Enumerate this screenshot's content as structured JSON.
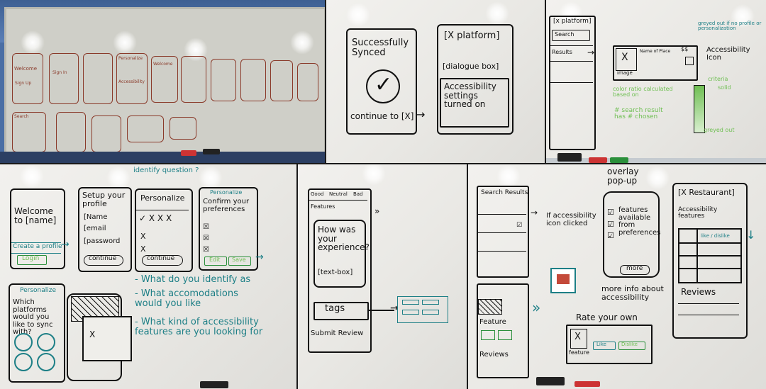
{
  "photos": {
    "p1": {
      "labels": [
        "Welcome",
        "Sign In",
        "Sign Up",
        "Personalize",
        "Accessibility",
        "Welcome",
        "Search"
      ]
    },
    "p2": {
      "synced": "Successfully Synced",
      "continue_to": "continue to [X]",
      "platform": "[X platform]",
      "dialogue": "[dialogue box]",
      "settings": "Accessibility settings turned on"
    },
    "p3": {
      "platform": "[x platform]",
      "search": "Search",
      "results": "Results",
      "image": "image",
      "name_of_place": "Name of Place",
      "price": "$$",
      "x": "X",
      "greyed_note": "greyed out if no profile or personalization",
      "access_icon": "Accessibility Icon",
      "criteria": "criteria",
      "solid": "solid",
      "calc": "color ratio calculated based on",
      "formula": "# search result has # chosen",
      "greyed_out": "greyed out"
    },
    "p4": {
      "identify_q": "identify question ?",
      "welcome": "Welcome to [name]",
      "create_profile": "Create a profile",
      "login": "Login",
      "setup": "Setup your profile",
      "name": "[Name",
      "email": "[email",
      "password": "[password",
      "continue": "continue",
      "personalize": "Personalize",
      "continue2": "continue",
      "personalize2": "Personalize",
      "confirm": "Confirm your preferences",
      "edit": "Edit",
      "save": "Save",
      "personalize3": "Personalize",
      "platforms_q": "Which platforms would you like to sync with?",
      "q1": "- What do you identify as",
      "q2": "- What accomodations would you like",
      "q3": "- What kind of accessibility features are you looking for"
    },
    "p5": {
      "tabs": [
        "Good",
        "Neutral",
        "Bad"
      ],
      "features": "Features",
      "how": "How was your experience?",
      "textbox": "[text-box]",
      "tags": "tags",
      "submit": "Submit Review"
    },
    "p6": {
      "search_results": "Search Results",
      "if_icon": "If accessibility icon clicked",
      "overlay": "overlay pop-up",
      "features_pref": "features available from preferences",
      "more": "more",
      "more_info": "more info about accessibility",
      "x_restaurant": "[X Restaurant]",
      "access_features": "Accessibility features",
      "like": "like / dislike",
      "reviews": "Reviews",
      "rate": "Rate your own",
      "feature_lbl": "Feature",
      "reviews2": "Reviews",
      "feature_img": "feature",
      "like_btn": "Like",
      "dislike_btn": "Dislike",
      "x": "X"
    }
  },
  "colors": {
    "ink": "#111111",
    "teal": "#1d7f86",
    "green": "#6fbf53",
    "board": "#efeeea"
  }
}
